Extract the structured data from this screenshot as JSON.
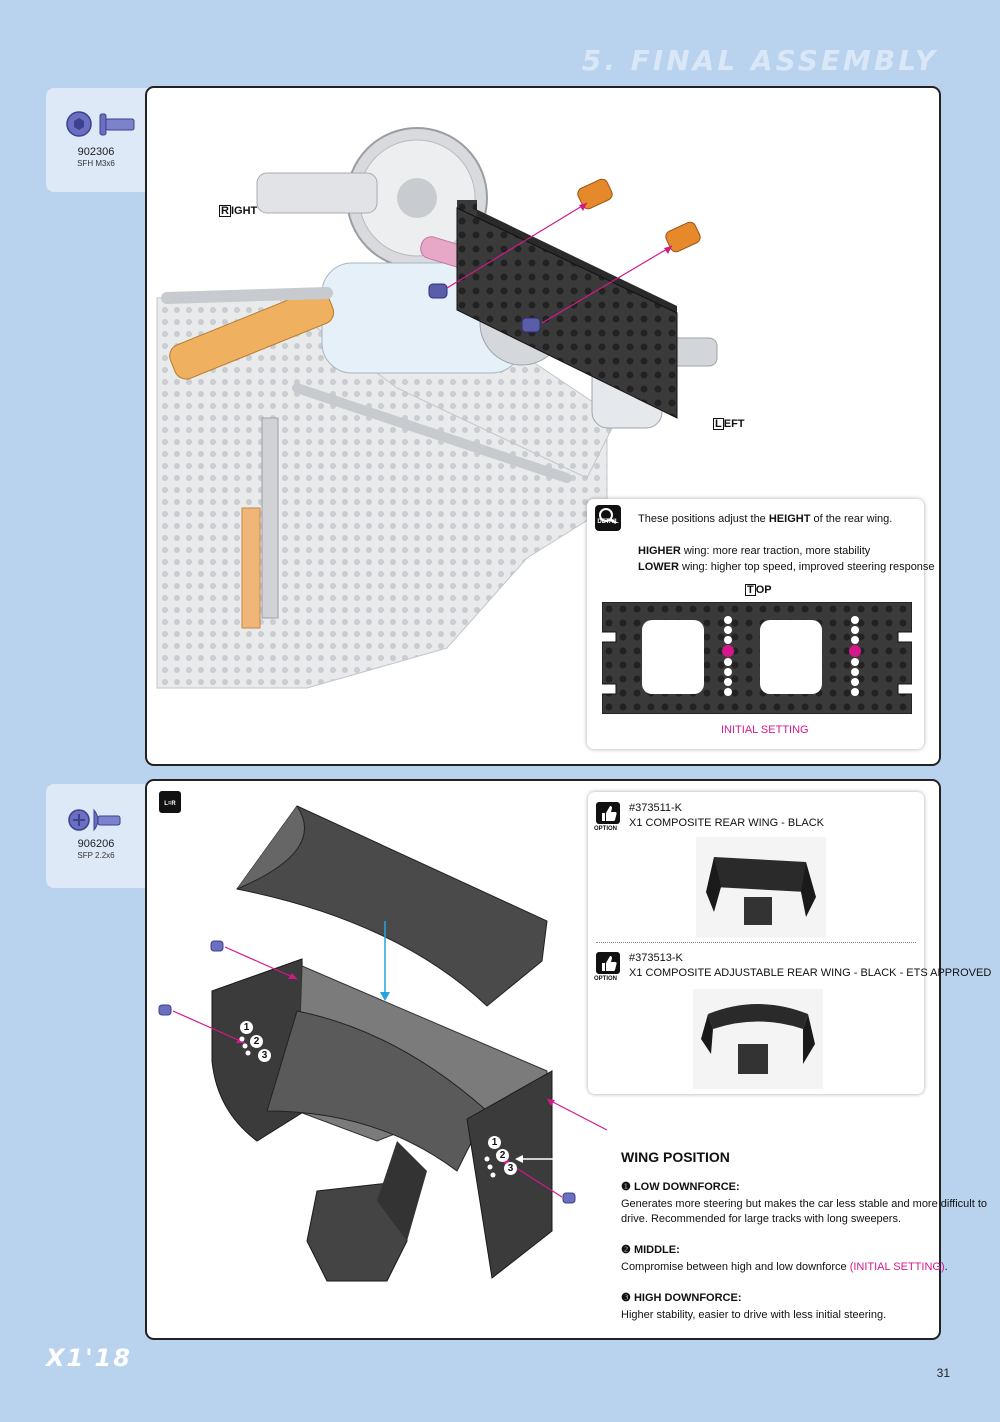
{
  "header": {
    "section_title": "5. FINAL ASSEMBLY"
  },
  "step1": {
    "part": {
      "code": "902306",
      "desc": "SFH M3x6"
    },
    "labels": {
      "right_initial": "R",
      "right_rest": "IGHT",
      "left_initial": "L",
      "left_rest": "EFT"
    },
    "detail": {
      "badge": "DETAIL",
      "line1_pre": "These positions adjust the ",
      "line1_bold": "HEIGHT",
      "line1_post": " of the rear wing.",
      "higher_bold": "HIGHER",
      "higher_text": " wing:  more rear traction, more stability",
      "lower_bold": "LOWER",
      "lower_text": " wing:   higher top speed, improved steering response",
      "top_initial": "T",
      "top_rest": "OP",
      "initial_setting": "INITIAL SETTING"
    }
  },
  "step2": {
    "part": {
      "code": "906206",
      "desc": "SFP 2.2x6"
    },
    "lr_badge": "L=R",
    "options": [
      {
        "badge": "OPTION",
        "code": "#373511-K",
        "name": "X1 COMPOSITE REAR WING - BLACK"
      },
      {
        "badge": "OPTION",
        "code": "#373513-K",
        "name": "X1 COMPOSITE ADJUSTABLE REAR WING - BLACK - ETS APPROVED"
      }
    ],
    "markers": [
      "1",
      "2",
      "3"
    ],
    "wing_position": {
      "title": "WING POSITION",
      "items": [
        {
          "num": "❶",
          "title": "LOW DOWNFORCE",
          "line1": "Generates more steering but makes the car less stable and more difficult to",
          "line2": "drive. Recommended for large tracks with long sweepers."
        },
        {
          "num": "❷",
          "title": "MIDDLE",
          "line1_pre": "Compromise between high and low downforce ",
          "line1_highlight": "(INITIAL SETTING)",
          "line1_post": "."
        },
        {
          "num": "❸",
          "title": "HIGH DOWNFORCE",
          "line1": "Higher stability, easier to drive with less initial steering."
        }
      ]
    }
  },
  "footer": {
    "logo": "X1'18",
    "page_number": "31"
  },
  "colors": {
    "background": "#b9d2ee",
    "accent": "#d4188a",
    "arrow": "#29a3dc",
    "screw": "#5b5fb0",
    "spacer": "#e0871e"
  }
}
